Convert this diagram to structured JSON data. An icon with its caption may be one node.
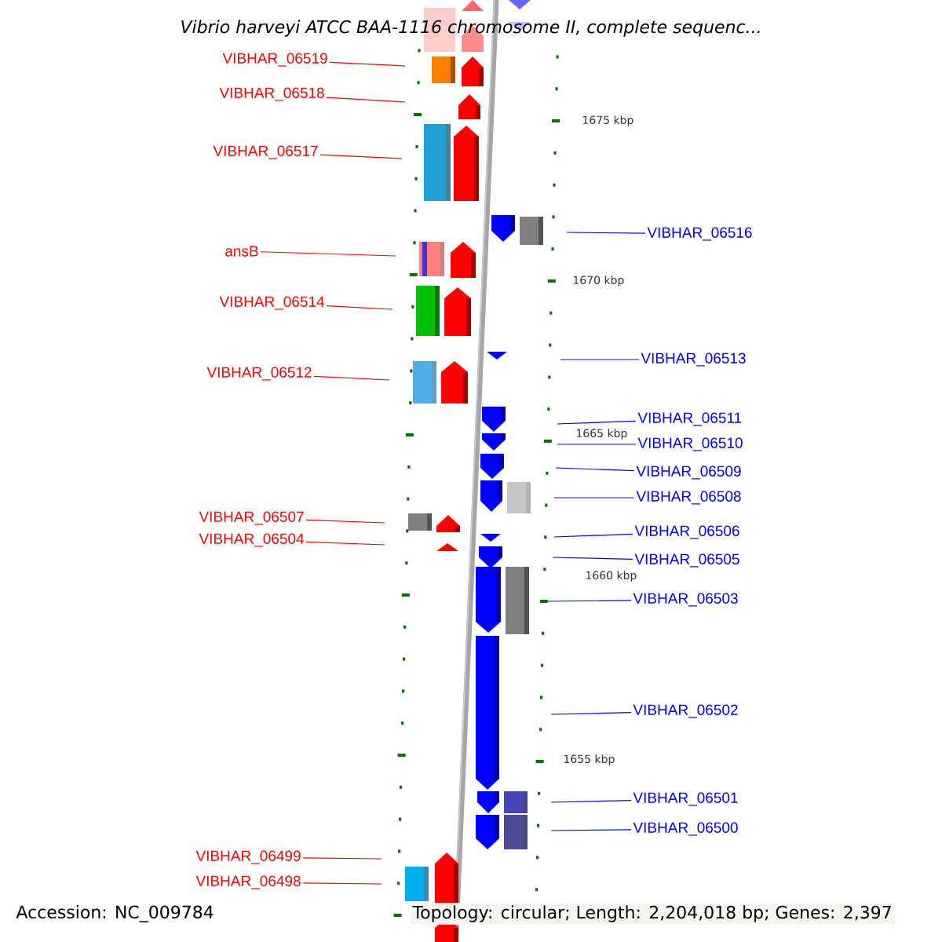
{
  "diagram": {
    "title": "Vibrio harveyi ATCC BAA-1116 chromosome II, complete sequenc...",
    "nodes": [
      {
        "text": [
          "VIBHAR_06519"
        ]
      },
      {
        "text": [
          "VIBHAR_06518"
        ]
      },
      {
        "text": [
          "VIBHAR_06517"
        ]
      },
      {
        "text": [
          "ansB"
        ]
      },
      {
        "text": [
          "VIBHAR_06514"
        ]
      },
      {
        "text": [
          "VIBHAR_06512"
        ]
      },
      {
        "text": [
          "VIBHAR_06507"
        ]
      },
      {
        "text": [
          "VIBHAR_06504"
        ]
      },
      {
        "text": [
          "VIBHAR_06499"
        ]
      },
      {
        "text": [
          "VIBHAR_06498"
        ]
      },
      {
        "text": [
          "VIBHAR_06516"
        ]
      },
      {
        "text": [
          "VIBHAR_06513"
        ]
      },
      {
        "text": [
          "VIBHAR_06511"
        ]
      },
      {
        "text": [
          "VIBHAR_06510"
        ]
      },
      {
        "text": [
          "VIBHAR_06509"
        ]
      },
      {
        "text": [
          "VIBHAR_06508"
        ]
      },
      {
        "text": [
          "VIBHAR_06506"
        ]
      },
      {
        "text": [
          "VIBHAR_06505"
        ]
      },
      {
        "text": [
          "VIBHAR_06503"
        ]
      },
      {
        "text": [
          "VIBHAR_06502"
        ]
      },
      {
        "text": [
          "VIBHAR_06501"
        ]
      },
      {
        "text": [
          "VIBHAR_06500"
        ]
      }
    ],
    "edges": [
      {
        "from": 0,
        "to": null,
        "arrow": "none",
        "color": "#ff0000"
      },
      {
        "from": 1,
        "to": null,
        "arrow": "none",
        "color": "#ff0000"
      },
      {
        "from": 2,
        "to": null,
        "arrow": "none",
        "color": "#ff0000"
      },
      {
        "from": 3,
        "to": null,
        "arrow": "none",
        "color": "#ff0000"
      },
      {
        "from": 4,
        "to": null,
        "arrow": "none",
        "color": "#ff0000"
      },
      {
        "from": 5,
        "to": null,
        "arrow": "none",
        "color": "#ff0000"
      },
      {
        "from": 6,
        "to": null,
        "arrow": "none",
        "color": "#ff0000"
      },
      {
        "from": 7,
        "to": null,
        "arrow": "none",
        "color": "#ff0000"
      },
      {
        "from": 8,
        "to": null,
        "arrow": "none",
        "color": "#ff0000"
      },
      {
        "from": 9,
        "to": null,
        "arrow": "none",
        "color": "#ff0000"
      },
      {
        "from": 10,
        "to": null,
        "arrow": "none",
        "color": "#0000ff"
      },
      {
        "from": 11,
        "to": null,
        "arrow": "none",
        "color": "#0000ff"
      },
      {
        "from": 12,
        "to": null,
        "arrow": "none",
        "color": "#0000ff"
      },
      {
        "from": 13,
        "to": null,
        "arrow": "none",
        "color": "#0000ff"
      },
      {
        "from": 14,
        "to": null,
        "arrow": "none",
        "color": "#0000ff"
      },
      {
        "from": 15,
        "to": null,
        "arrow": "none",
        "color": "#0000ff"
      },
      {
        "from": 16,
        "to": null,
        "arrow": "none",
        "color": "#0000ff"
      },
      {
        "from": 17,
        "to": null,
        "arrow": "none",
        "color": "#0000ff"
      },
      {
        "from": 18,
        "to": null,
        "arrow": "none",
        "color": "#0000ff"
      },
      {
        "from": 19,
        "to": null,
        "arrow": "none",
        "color": "#0000ff"
      },
      {
        "from": 20,
        "to": null,
        "arrow": "none",
        "color": "#0000ff"
      },
      {
        "from": 21,
        "to": null,
        "arrow": "none",
        "color": "#0000ff"
      }
    ],
    "labels": [
      "1675 kbp",
      "1670 kbp",
      "1665 kbp",
      "1660 kbp",
      "1655 kbp",
      "Accession: NC_009784",
      "Topology: circular; Length: 2,204,018 bp; Genes: 2,397"
    ]
  }
}
